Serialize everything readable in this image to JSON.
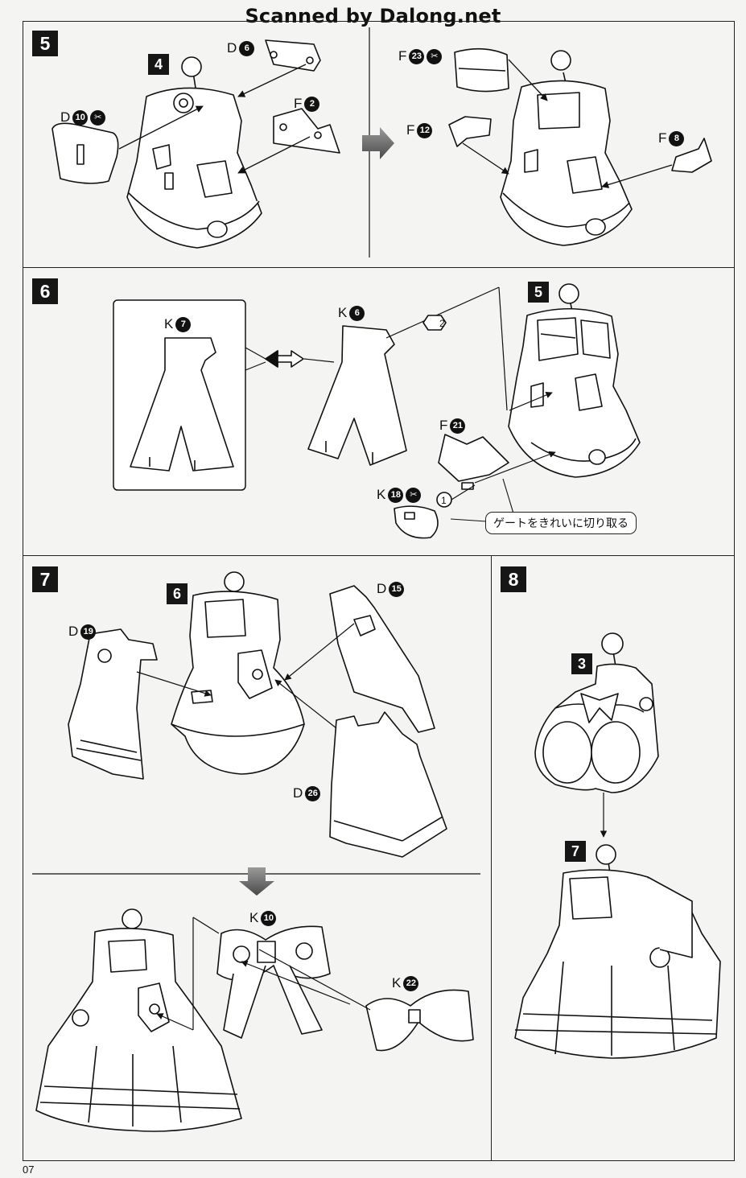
{
  "watermark": "Scanned by Dalong.net",
  "page_number": "07",
  "steps": {
    "s5": {
      "number": "5",
      "sub_from": "4",
      "labels": {
        "d6": {
          "letter": "D",
          "num": "6"
        },
        "d10": {
          "letter": "D",
          "num": "10"
        },
        "f2": {
          "letter": "F",
          "num": "2"
        },
        "f23": {
          "letter": "F",
          "num": "23"
        },
        "f12": {
          "letter": "F",
          "num": "12"
        },
        "f8": {
          "letter": "F",
          "num": "8"
        }
      }
    },
    "s6": {
      "number": "6",
      "sub_from": "5",
      "labels": {
        "k7": {
          "letter": "K",
          "num": "7"
        },
        "k6": {
          "letter": "K",
          "num": "6"
        },
        "f21": {
          "letter": "F",
          "num": "21"
        },
        "k18": {
          "letter": "K",
          "num": "18"
        }
      },
      "order_1": "1",
      "order_2": "2",
      "callout": "ゲートをきれいに切り取る"
    },
    "s7": {
      "number": "7",
      "sub_from": "6",
      "labels": {
        "d19": {
          "letter": "D",
          "num": "19"
        },
        "d15": {
          "letter": "D",
          "num": "15"
        },
        "d26": {
          "letter": "D",
          "num": "26"
        },
        "k10": {
          "letter": "K",
          "num": "10"
        },
        "k22": {
          "letter": "K",
          "num": "22"
        }
      }
    },
    "s8": {
      "number": "8",
      "sub_a": "3",
      "sub_b": "7"
    }
  }
}
